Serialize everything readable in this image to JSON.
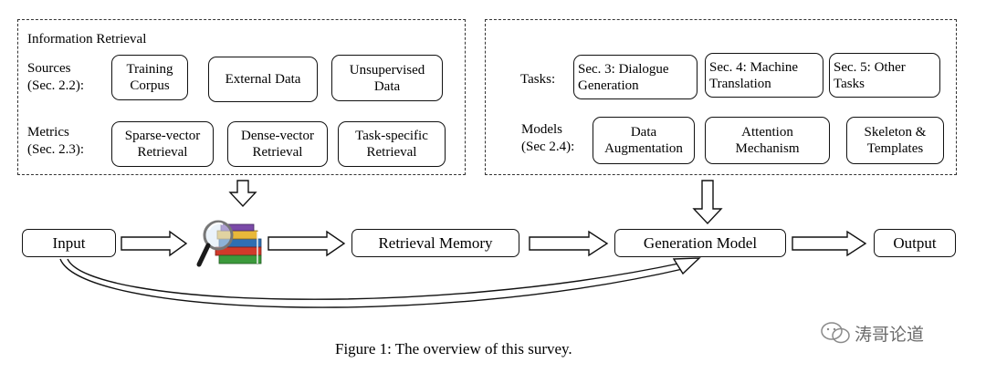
{
  "left_panel": {
    "title": "Information Retrieval",
    "sources_label": "Sources\n(Sec. 2.2):",
    "metrics_label": "Metrics\n(Sec. 2.3):",
    "sources": [
      "Training\nCorpus",
      "External Data",
      "Unsupervised\nData"
    ],
    "metrics": [
      "Sparse-vector\nRetrieval",
      "Dense-vector\nRetrieval",
      "Task-specific\nRetrieval"
    ]
  },
  "right_panel": {
    "tasks_label": "Tasks:",
    "models_label": "Models\n(Sec 2.4):",
    "tasks": [
      "Sec. 3: Dialogue\nGeneration",
      "Sec. 4: Machine\nTranslation",
      "Sec. 5: Other\nTasks"
    ],
    "models": [
      "Data\nAugmentation",
      "Attention\nMechanism",
      "Skeleton &\nTemplates"
    ]
  },
  "flow": {
    "input": "Input",
    "retrieval_memory": "Retrieval Memory",
    "generation_model": "Generation Model",
    "output": "Output",
    "retriever_icon": "magnifier-books-icon"
  },
  "caption": "Figure 1: The overview of this survey.",
  "watermark": "涛哥论道"
}
